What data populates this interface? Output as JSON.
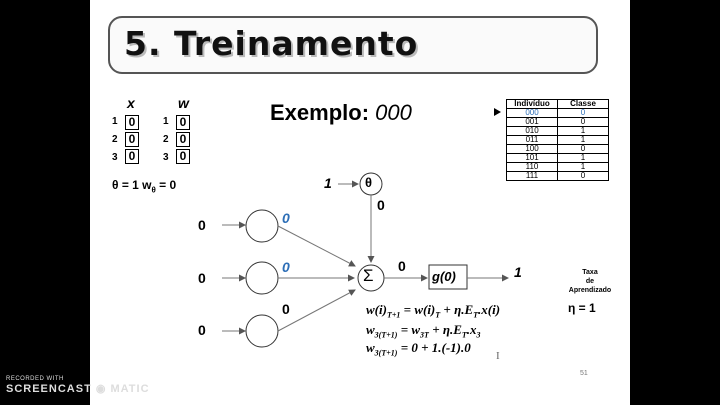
{
  "title": "5. Treinamento",
  "example_label": "Exemplo:",
  "example_value": "000",
  "x_header": "x",
  "w_header": "w",
  "indices": [
    "1",
    "2",
    "3"
  ],
  "x_values": [
    "0",
    "0",
    "0"
  ],
  "w_values": [
    "0",
    "0",
    "0"
  ],
  "theta_line": "θ = 1   w",
  "theta_sub": "θ",
  "theta_tail": " = 0",
  "truth_table": {
    "headers": [
      "Indivíduo",
      "Classe"
    ],
    "rows": [
      [
        "000",
        "0"
      ],
      [
        "001",
        "0"
      ],
      [
        "010",
        "1"
      ],
      [
        "011",
        "1"
      ],
      [
        "100",
        "0"
      ],
      [
        "101",
        "1"
      ],
      [
        "110",
        "1"
      ],
      [
        "111",
        "0"
      ]
    ],
    "highlight_row": 0,
    "highlight_color": "#2e6fb7"
  },
  "network": {
    "inputs": [
      "0",
      "0",
      "0"
    ],
    "weights": [
      "0",
      "0",
      "0"
    ],
    "bias_input": "1",
    "theta_symbol": "θ",
    "bias_weight": "0",
    "sum_symbol": "Σ",
    "net_value": "0",
    "activation": "g(0)",
    "output": "1"
  },
  "learning_rate_label_1": "Taxa",
  "learning_rate_label_2": "de",
  "learning_rate_label_3": "Aprendizado",
  "learning_rate_value": "η = 1",
  "equations": {
    "eq1_a": "w(i)",
    "eq1_a_sub": "T+1",
    "eq1_b": " = w(i)",
    "eq1_b_sub": "T",
    "eq1_c": " + η.E",
    "eq1_c_sub": "T",
    "eq1_d": ".x(i)",
    "eq2_a": "w",
    "eq2_a_sub": "3(T+1)",
    "eq2_b": " = w",
    "eq2_b_sub": "3T",
    "eq2_c": " + η.E",
    "eq2_c_sub": "T",
    "eq2_d": ".x",
    "eq2_d_sub": "3",
    "eq3_a": "w",
    "eq3_a_sub": "3(T+1)",
    "eq3_b": " = 0 + 1.(-1).0"
  },
  "page_number": "51",
  "cursor_glyph": "I",
  "watermark_line1": "RECORDED WITH",
  "watermark_line2": "SCREENCAST ◉ MATIC",
  "colors": {
    "weight_blue": "#2e6fb7",
    "background": "#000000",
    "slide": "#ffffff"
  }
}
